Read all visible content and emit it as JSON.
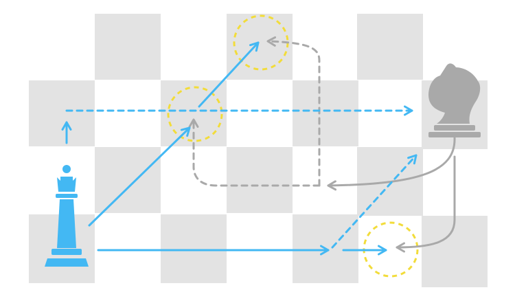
{
  "scene": {
    "board": {
      "columns": 7,
      "rows": 4,
      "square_color": "#e3e3e3"
    },
    "pieces": [
      {
        "name": "queen",
        "color": "#43b8f3",
        "square": [
          0,
          3
        ]
      },
      {
        "name": "knight",
        "color": "#a9a9a9",
        "square": [
          6,
          1
        ]
      }
    ],
    "queen_moves": {
      "color": "#43b8f3",
      "targets": [
        [
          3,
          0
        ],
        [
          6,
          1
        ],
        [
          6,
          2
        ],
        [
          5,
          3
        ]
      ]
    },
    "knight_moves": {
      "color": "#a9a9a9",
      "targets": [
        [
          2,
          1
        ],
        [
          3,
          0
        ],
        [
          5,
          3
        ],
        [
          4,
          2
        ]
      ]
    },
    "highlighted_squares": {
      "color": "#f2dc3a",
      "squares": [
        [
          3,
          0
        ],
        [
          2,
          1
        ],
        [
          5,
          3
        ]
      ]
    }
  }
}
